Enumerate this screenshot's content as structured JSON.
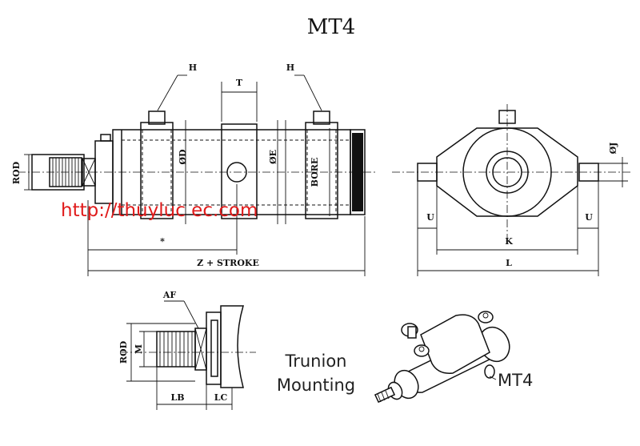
{
  "title": "MT4",
  "watermark_url": "http://thuyluc ec.com",
  "labels": {
    "h_left": "H",
    "h_right": "H",
    "t": "T",
    "rod": "ROD",
    "od": "ØD",
    "oe": "ØE",
    "bore": "BORE",
    "star": "*",
    "z_stroke": "Z + STROKE",
    "oj": "ØJ",
    "u_left": "U",
    "u_right": "U",
    "k": "K",
    "l": "L",
    "af": "AF",
    "rod2": "ROD",
    "m": "M",
    "lb": "LB",
    "lc": "LC",
    "trunion_line1": "Trunion",
    "trunion_line2": "Mounting",
    "mt4_caption": "MT4"
  }
}
